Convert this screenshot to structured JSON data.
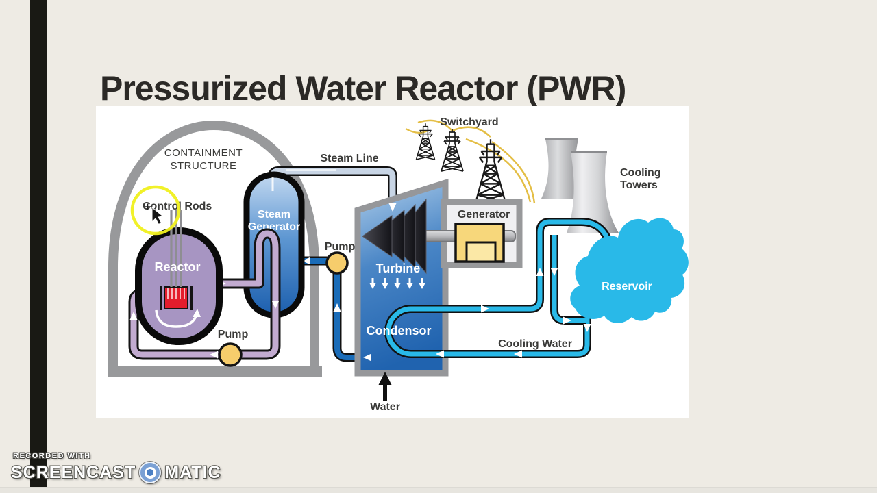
{
  "slide": {
    "title": "Pressurized Water Reactor (PWR)"
  },
  "diagram": {
    "labels": {
      "containment_line1": "CONTAINMENT",
      "containment_line2": "STRUCTURE",
      "control_rods": "Control Rods",
      "reactor": "Reactor",
      "primary_pump": "Pump",
      "steam_generator_line1": "Steam",
      "steam_generator_line2": "Generator",
      "steam_line": "Steam Line",
      "feed_pump": "Pump",
      "turbine": "Turbine",
      "condensor": "Condensor",
      "generator": "Generator",
      "switchyard": "Switchyard",
      "cooling_towers_line1": "Cooling",
      "cooling_towers_line2": "Towers",
      "reservoir": "Reservoir",
      "cooling_water": "Cooling Water",
      "water": "Water"
    },
    "colors": {
      "slide_background": "#EEEBE4",
      "film_bar": "#191914",
      "panel_background": "#FFFFFF",
      "containment_gray": "#98999B",
      "reactor_purple": "#A795C2",
      "primary_pipe_purple": "#C2ABD0",
      "core_red": "#E31C2C",
      "vessel_blue_light": "#C2D8F0",
      "vessel_blue_dark": "#1C5FAE",
      "feedwater_blue": "#1A6CB8",
      "cooling_cyan": "#29B9E8",
      "pump_yellow": "#F6CD6C",
      "generator_yellow": "#F7D77B",
      "wire_yellow": "#E4BE45",
      "highlight_yellow": "#F0F01E"
    }
  },
  "watermark": {
    "recorded_with": "RECORDED WITH",
    "brand_left": "SCREENCAST",
    "brand_right": "MATIC"
  }
}
